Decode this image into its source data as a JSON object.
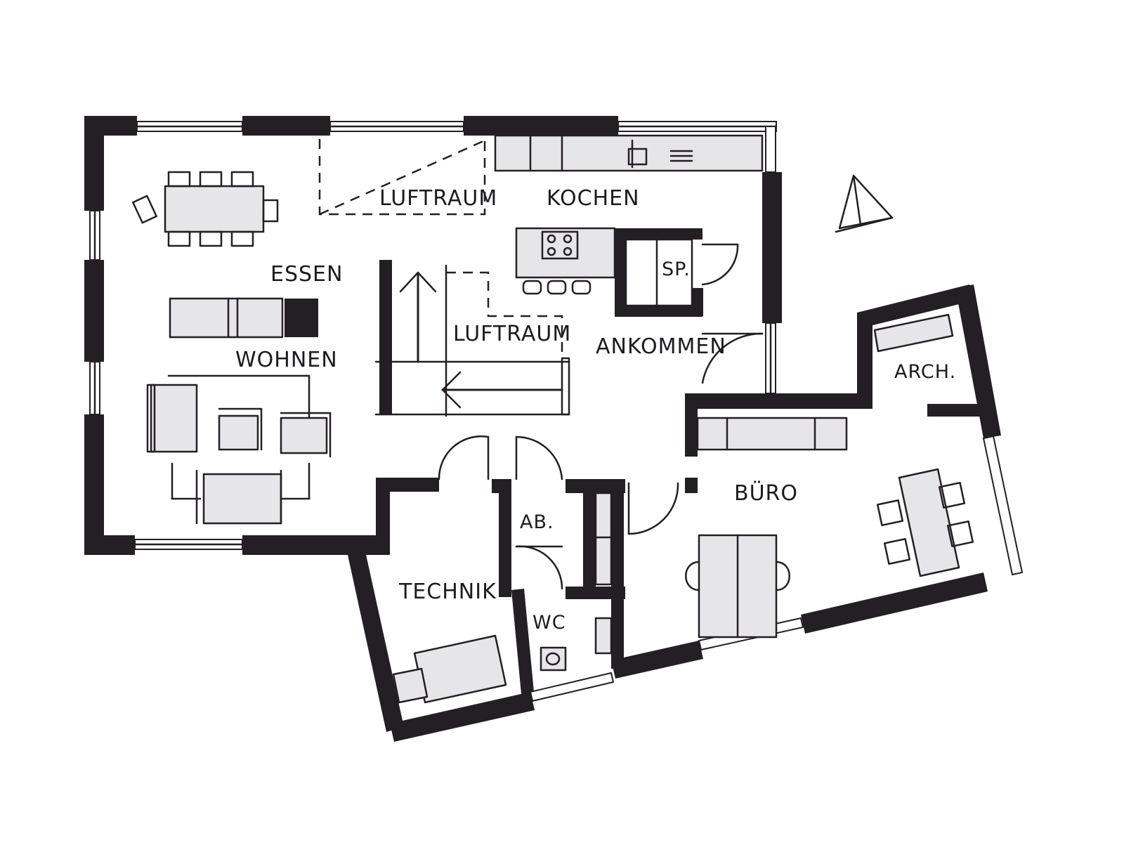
{
  "rooms": {
    "luftraum_top": "LUFTRAUM",
    "kochen": "KOCHEN",
    "essen": "ESSEN",
    "speisekammer": "SP.",
    "luftraum_stair": "LUFTRAUM",
    "ankommen": "ANKOMMEN",
    "wohnen": "WOHNEN",
    "archiv": "ARCH.",
    "buero": "BÜRO",
    "abstellraum": "AB.",
    "technik": "TECHNIK",
    "wc": "WC"
  },
  "colors": {
    "wall": "#231f24",
    "furniture_fill": "#e6e5e8",
    "background": "#ffffff"
  },
  "icons": {
    "north_arrow": "north-arrow-icon",
    "stove": "cooktop-icon",
    "fireplace": "stove-icon"
  }
}
